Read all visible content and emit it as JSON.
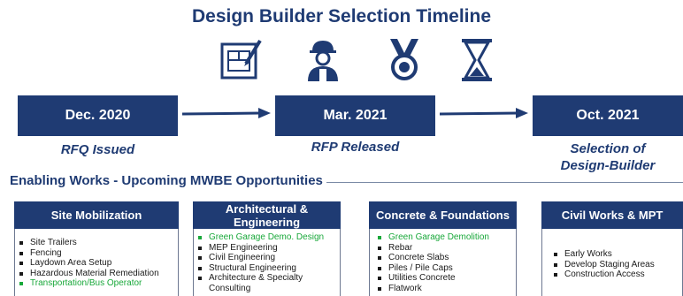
{
  "title": "Design Builder Selection Timeline",
  "icons": [
    "blueprint-icon",
    "construction-worker-icon",
    "medal-icon",
    "hourglass-icon"
  ],
  "timeline": [
    {
      "date": "Dec. 2020",
      "label_lines": [
        "RFQ Issued"
      ]
    },
    {
      "date": "Mar.  2021",
      "label_lines": [
        "RFP Released"
      ]
    },
    {
      "date": "Oct. 2021",
      "label_lines": [
        "Selection of",
        "Design-Builder"
      ]
    }
  ],
  "section_heading": "Enabling Works - Upcoming MWBE Opportunities",
  "cards": [
    {
      "title": "Site Mobilization",
      "items": [
        {
          "text": "Site Trailers",
          "highlight": false
        },
        {
          "text": "Fencing",
          "highlight": false
        },
        {
          "text": "Laydown Area Setup",
          "highlight": false
        },
        {
          "text": "Hazardous Material Remediation",
          "highlight": false
        },
        {
          "text": "Transportation/Bus Operator",
          "highlight": true
        }
      ]
    },
    {
      "title": "Architectural & Engineering",
      "items": [
        {
          "text": "Green Garage Demo. Design",
          "highlight": true
        },
        {
          "text": "MEP Engineering",
          "highlight": false
        },
        {
          "text": "Civil Engineering",
          "highlight": false
        },
        {
          "text": "Structural Engineering",
          "highlight": false
        },
        {
          "text": "Architecture & Specialty",
          "highlight": false
        },
        {
          "text": "Consulting",
          "highlight": false,
          "continuation": true
        }
      ]
    },
    {
      "title": "Concrete & Foundations",
      "items": [
        {
          "text": "Green Garage Demolition",
          "highlight": true
        },
        {
          "text": "Rebar",
          "highlight": false
        },
        {
          "text": "Concrete Slabs",
          "highlight": false
        },
        {
          "text": "Piles / Pile Caps",
          "highlight": false
        },
        {
          "text": "Utilities Concrete",
          "highlight": false
        },
        {
          "text": "Flatwork",
          "highlight": false
        }
      ]
    },
    {
      "title": "Civil Works & MPT",
      "items": [
        {
          "text": "Early Works",
          "highlight": false
        },
        {
          "text": "Develop Staging Areas",
          "highlight": false
        },
        {
          "text": "Construction Access",
          "highlight": false
        }
      ]
    }
  ],
  "colors": {
    "navy": "#1f3b73",
    "highlight_green": "#19a83a"
  }
}
